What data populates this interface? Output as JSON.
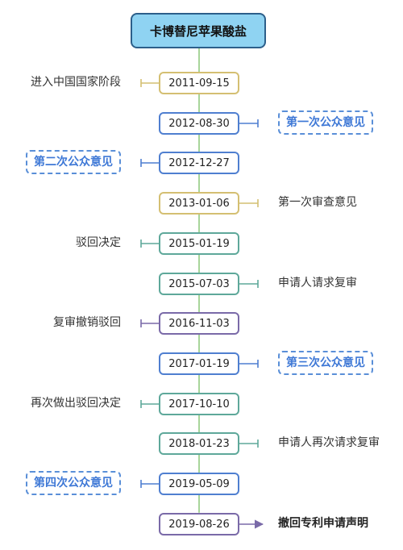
{
  "title": "卡博替尼苹果酸盐",
  "colors": {
    "title_fill": "#8fd3f2",
    "title_border": "#2c5f8a",
    "spine": "#a8d59a",
    "gold": "#d4bf72",
    "blue": "#4f7fd0",
    "teal": "#5ea89a",
    "purple": "#7a6aa8",
    "dashed_label": "#3e78d6"
  },
  "events": [
    {
      "date": "2011-09-15",
      "label": "进入中国国家阶段",
      "side": "left",
      "style": "plain",
      "color": "gold"
    },
    {
      "date": "2012-08-30",
      "label": "第一次公众意见",
      "side": "right",
      "style": "boxed",
      "color": "blue"
    },
    {
      "date": "2012-12-27",
      "label": "第二次公众意见",
      "side": "left",
      "style": "boxed",
      "color": "blue"
    },
    {
      "date": "2013-01-06",
      "label": "第一次审查意见",
      "side": "right",
      "style": "plain",
      "color": "gold"
    },
    {
      "date": "2015-01-19",
      "label": "驳回决定",
      "side": "left",
      "style": "plain",
      "color": "teal"
    },
    {
      "date": "2015-07-03",
      "label": "申请人请求复审",
      "side": "right",
      "style": "plain",
      "color": "teal"
    },
    {
      "date": "2016-11-03",
      "label": "复审撤销驳回",
      "side": "left",
      "style": "plain",
      "color": "purple"
    },
    {
      "date": "2017-01-19",
      "label": "第三次公众意见",
      "side": "right",
      "style": "boxed",
      "color": "blue"
    },
    {
      "date": "2017-10-10",
      "label": "再次做出驳回决定",
      "side": "left",
      "style": "plain",
      "color": "teal"
    },
    {
      "date": "2018-01-23",
      "label": "申请人再次请求复审",
      "side": "right",
      "style": "plain",
      "color": "teal"
    },
    {
      "date": "2019-05-09",
      "label": "第四次公众意见",
      "side": "left",
      "style": "boxed",
      "color": "blue"
    },
    {
      "date": "2019-08-26",
      "label": "撤回专利申请声明",
      "side": "right",
      "style": "bold",
      "color": "purple",
      "connector": "arrow"
    }
  ]
}
